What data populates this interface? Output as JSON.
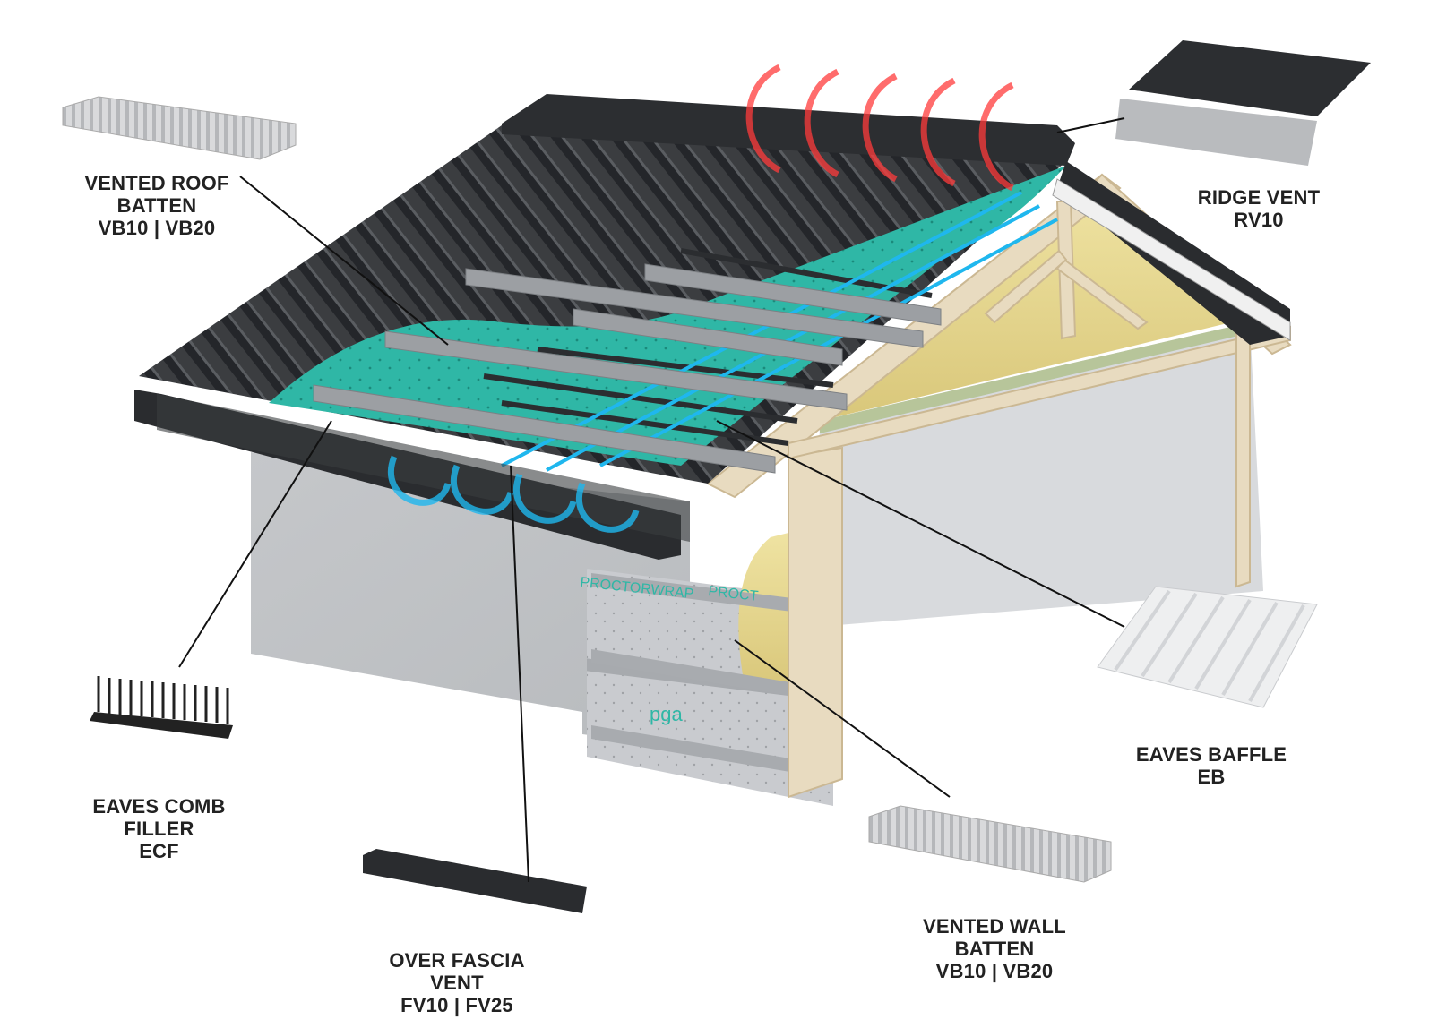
{
  "labels": {
    "vented_roof_batten": [
      "VENTED ROOF",
      "BATTEN",
      "VB10 | VB20"
    ],
    "ridge_vent": [
      "RIDGE VENT",
      "RV10"
    ],
    "eaves_comb_filler": [
      "EAVES COMB",
      "FILLER",
      "ECF"
    ],
    "eaves_baffle": [
      "EAVES BAFFLE",
      "EB"
    ],
    "over_fascia_vent": [
      "OVER FASCIA",
      "VENT",
      "FV10 | FV25"
    ],
    "vented_wall_batten": [
      "VENTED WALL",
      "BATTEN",
      "VB10 | VB20"
    ]
  },
  "membrane_text": {
    "wrap_1": "PROCTORWRAP",
    "wrap_2": "PROCT",
    "pga": "pga"
  },
  "colors": {
    "roof_sheet": "#3a3c3f",
    "membrane": "#2fb7a6",
    "timber": "#e9dcc2",
    "insulation": "#e6d98a",
    "wall": "#cfd1d4",
    "warm_air": "#ff3b3b",
    "cool_air": "#1fb7ee",
    "leader_line": "#111111"
  }
}
